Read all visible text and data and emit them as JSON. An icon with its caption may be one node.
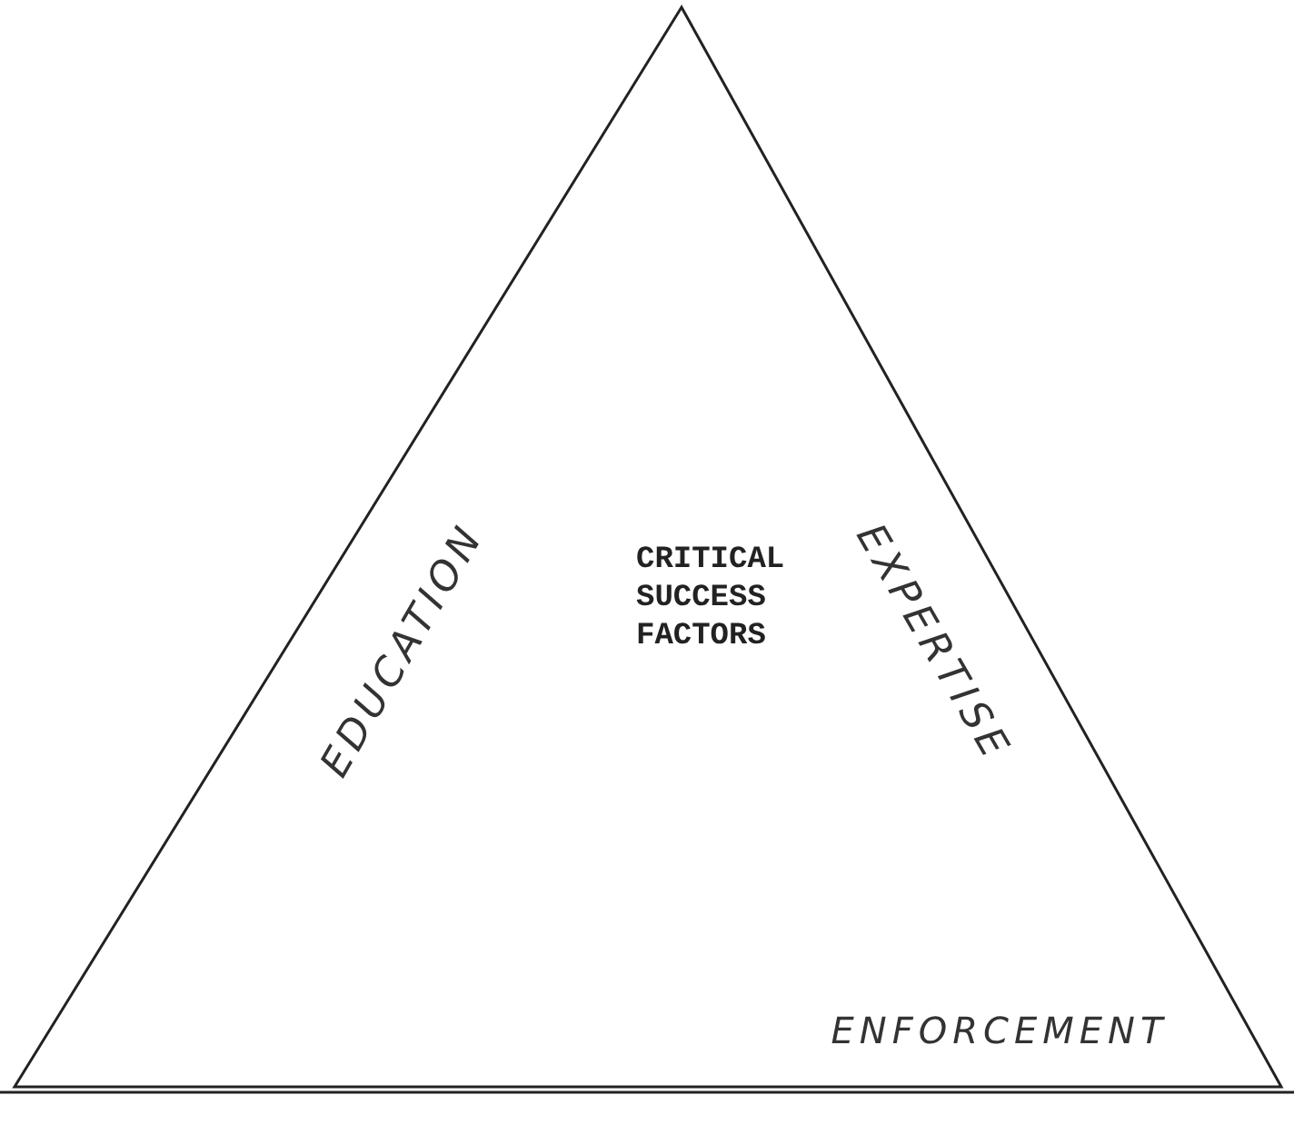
{
  "diagram": {
    "nodes": [
      {
        "text": [
          "CRITICAL SUCCESS FACTORS"
        ]
      }
    ],
    "labels": [
      "EDUCATION",
      "EXPERTISE",
      "ENFORCEMENT"
    ]
  }
}
